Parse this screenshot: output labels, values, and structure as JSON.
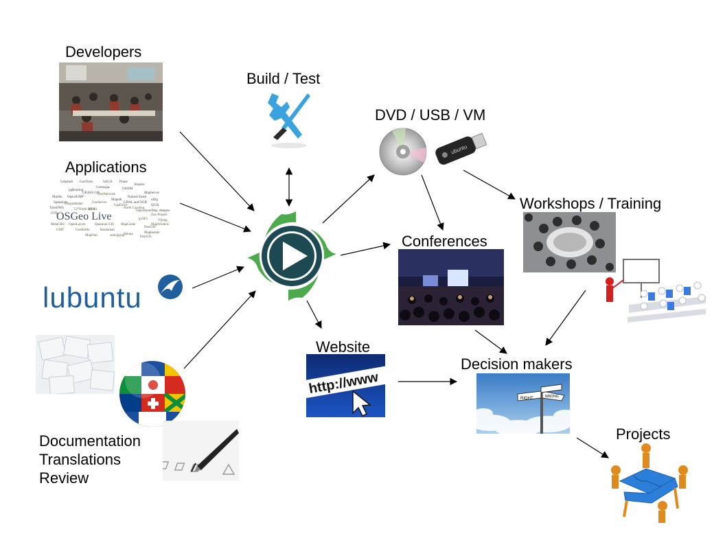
{
  "labels": {
    "developers": "Developers",
    "build_test": "Build / Test",
    "dvd_usb_vm": "DVD / USB / VM",
    "applications": "Applications",
    "workshops_training": "Workshops / Training",
    "conferences": "Conferences",
    "website": "Website",
    "decision_makers": "Decision makers",
    "projects": "Projects",
    "documentation": "Documentation",
    "translations": "Translations",
    "review": "Review"
  },
  "logos": {
    "lubuntu": "lubuntu",
    "usb_brand": "ubuntu",
    "osgeo_live": "OSGeo Live",
    "http": "http://www",
    "sign_right": "RIGHT",
    "sign_wrong": "WRONG"
  },
  "word_cloud": [
    "Ushahidi",
    "GeoTools",
    "SAGA",
    "Prune",
    "Kosmo",
    "Geomajas",
    "OSSIM",
    "pgRouting",
    "MapServer",
    "GRASS GIS",
    "Marble",
    "OpenJUMP",
    "SpatiaLite",
    "Natural Earth",
    "Mapnik",
    "uDig",
    "GDAL and OGR",
    "QGIS",
    "TilesOWS",
    "deegree",
    "OpenLayers",
    "Quantum GIS",
    "MapGuide",
    "PostGIS",
    "Zoo Project",
    "GeoKettle",
    "Rasdaman",
    "Saluna",
    "North Carolina",
    "GMT",
    "MetaCRS",
    "MapFish",
    "osm2pgsql",
    "Viking",
    "gvSIG",
    "52°North WPS",
    "OpenStreetMap",
    "GeoNetwork",
    "IbLAS",
    "GpsDrive",
    "MapWindow",
    "Geopublisher",
    "Mapbender",
    "OTB",
    "GeoServer",
    "PostGIS"
  ],
  "colors": {
    "logo_dark": "#1d4a52",
    "logo_green": "#4caa4c",
    "lubuntu_blue": "#1f5f9e",
    "tools_blue": "#3aa3de",
    "puzzle_blue": "#2b7fd8",
    "figure_orange": "#e08a1e"
  }
}
